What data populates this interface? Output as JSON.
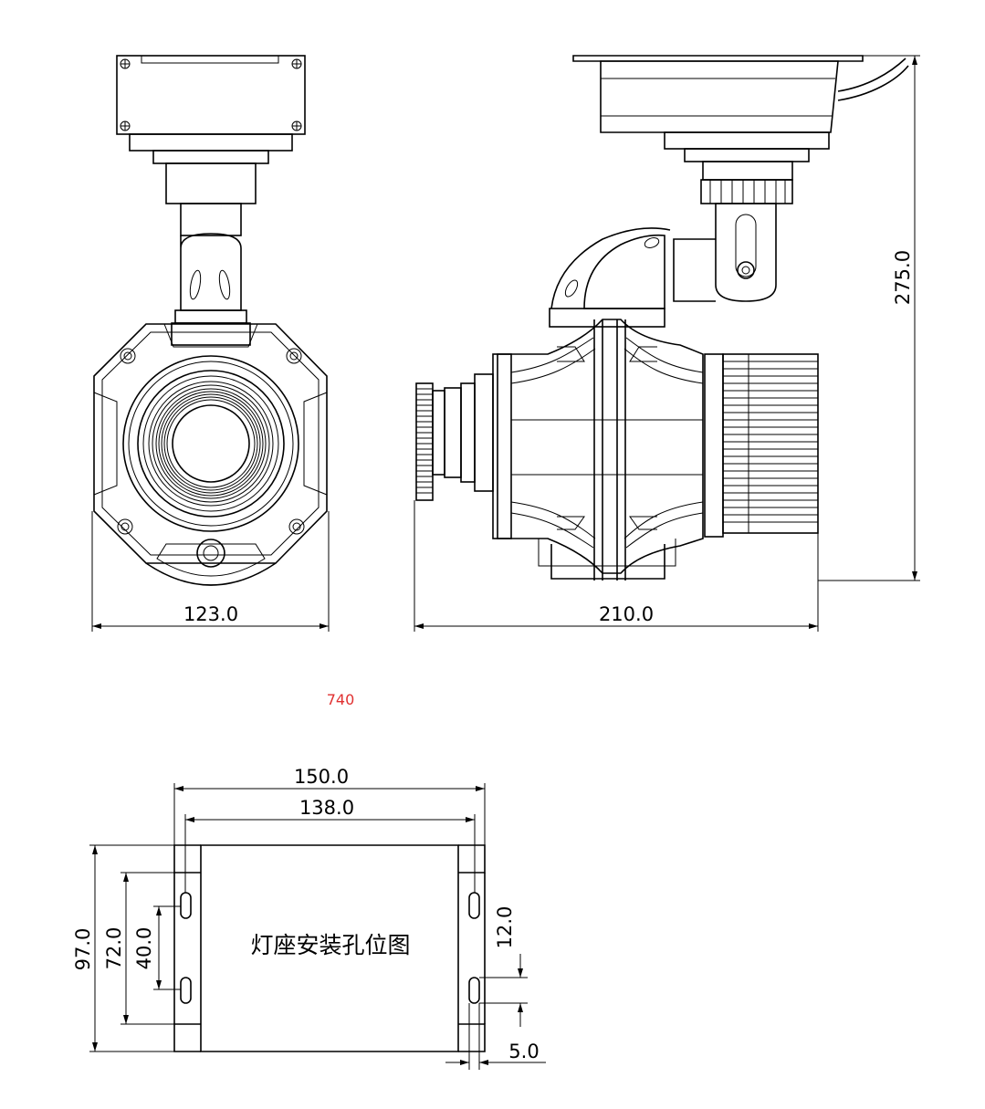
{
  "dimensions": {
    "front_width": "123.0",
    "side_length": "210.0",
    "side_height": "275.0",
    "base_outer_width": "150.0",
    "base_hole_span": "138.0",
    "base_height": "97.0",
    "base_inner_height": "72.0",
    "hole_spacing": "40.0",
    "slot_length": "12.0",
    "flange_width": "5.0"
  },
  "base_caption": "灯座安装孔位图",
  "stray_mark": "740"
}
